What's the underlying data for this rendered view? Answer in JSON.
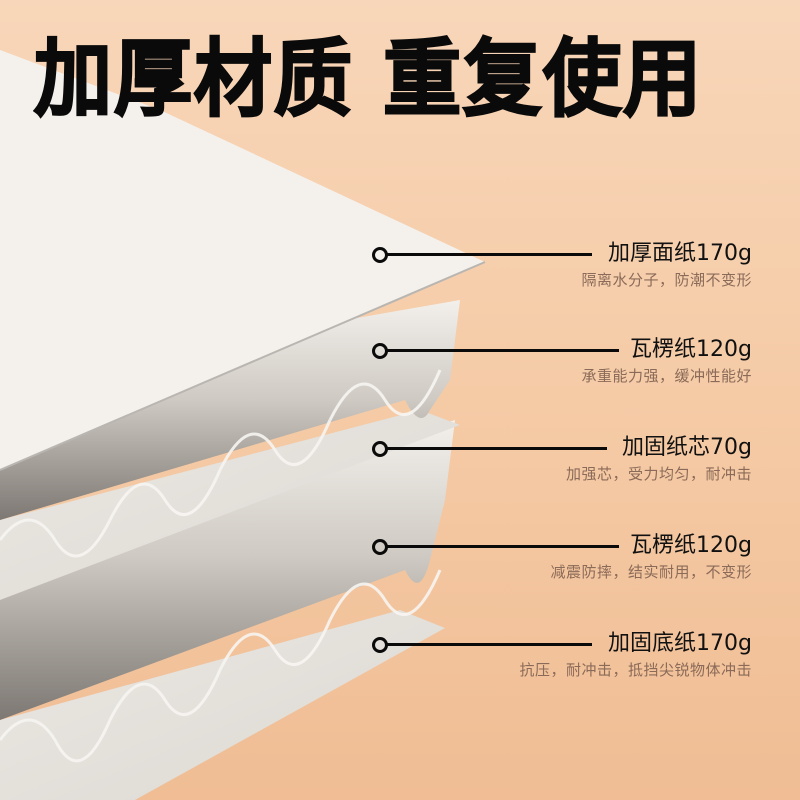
{
  "headline": "加厚材质 重复使用",
  "colors": {
    "background_top": "#f8d6b9",
    "background_bottom": "#f0bd94",
    "headline": "#0a0a0a",
    "callout_title": "#111111",
    "callout_desc": "#8a6a58",
    "paper_white": "#f4f1ed",
    "paper_gray": "#d9d5cf"
  },
  "layers": [
    {
      "title": "加厚面纸170g",
      "desc": "隔离水分子，防潮不变形",
      "line_width": 205
    },
    {
      "title": "瓦楞纸120g",
      "desc": "承重能力强，缓冲性能好",
      "line_width": 232
    },
    {
      "title": "加固纸芯70g",
      "desc": "加强芯，受力均匀，耐冲击",
      "line_width": 220
    },
    {
      "title": "瓦楞纸120g",
      "desc": "减震防摔，结实耐用，不变形",
      "line_width": 232
    },
    {
      "title": "加固底纸170g",
      "desc": "抗压，耐冲击，抵挡尖锐物体冲击",
      "line_width": 205
    }
  ]
}
